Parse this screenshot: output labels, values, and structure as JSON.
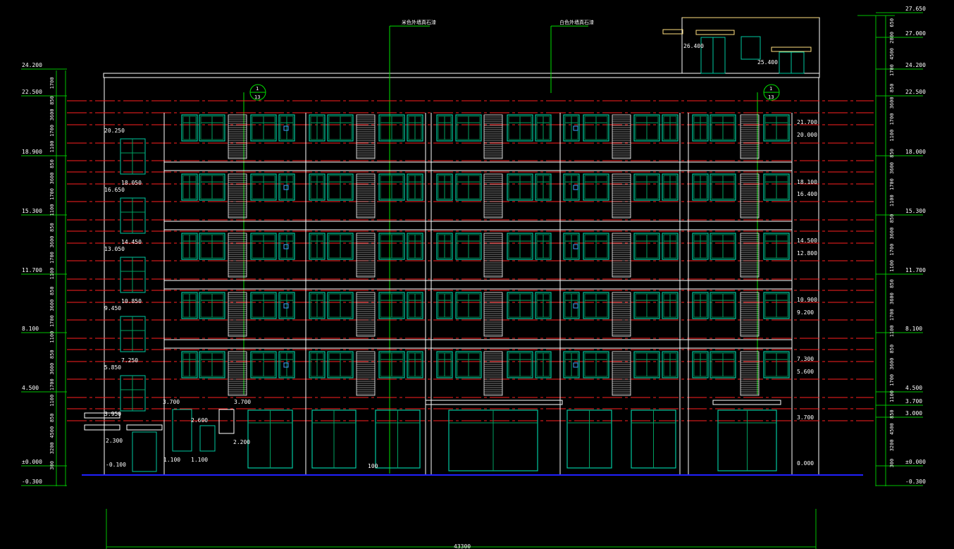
{
  "colors": {
    "background": "#000000",
    "wall": "#ffffff",
    "floor_line": "#ff2020",
    "window": "#00c8a0",
    "window_frame": "#00a060",
    "dim_line": "#00c000",
    "text": "#ffffff",
    "leader": "#00e000",
    "accent_yellow": "#ffe080",
    "ground": "#2020ff",
    "icon": "#40a0ff"
  },
  "labels": {
    "leader_a": "米色外墙真石漆",
    "leader_b": "白色外墙真石漆",
    "bottom_total": "43300",
    "section_mark_num": "1",
    "section_mark_den": "13"
  },
  "elevations": {
    "left": [
      "24.200",
      "22.500",
      "18.900",
      "15.300",
      "11.700",
      "8.100",
      "4.500",
      "±0.000",
      "-0.300"
    ],
    "right": [
      "27.650",
      "27.000",
      "24.200",
      "22.500",
      "18.000",
      "15.300",
      "11.700",
      "8.100",
      "4.500",
      "3.700",
      "3.000",
      "±0.000",
      "-0.300"
    ],
    "roof_small": [
      "26.400",
      "25.400"
    ],
    "side_window_tops": [
      "20.250",
      "16.650",
      "13.050",
      "9.450",
      "5.850"
    ],
    "side_window_bottoms": [
      "18.050",
      "14.450",
      "10.850",
      "7.250",
      "3.950"
    ],
    "right_inner": [
      "21.700",
      "20.000",
      "18.100",
      "16.400",
      "14.500",
      "12.800",
      "10.900",
      "9.200",
      "7.300",
      "5.600",
      "3.700",
      "0.000"
    ],
    "ground_misc": [
      "3.700",
      "2.600",
      "3.700",
      "2.300",
      "2.200",
      "1.100",
      "1.100",
      "-0.100",
      "100"
    ]
  },
  "dimensions": {
    "left_column": [
      "1700",
      "850",
      "3600",
      "1700",
      "1100",
      "850",
      "3600",
      "1700",
      "1100",
      "850",
      "3600",
      "1700",
      "1100",
      "850",
      "3600",
      "1700",
      "1100",
      "850",
      "3600",
      "1700",
      "1100",
      "850",
      "4500",
      "3200",
      "300"
    ],
    "right_column": [
      "650",
      "2800",
      "4500",
      "1700",
      "850",
      "3600",
      "1700",
      "1100",
      "850",
      "3600",
      "1700",
      "1100",
      "850",
      "3600",
      "1700",
      "1100",
      "850",
      "3600",
      "1700",
      "1100",
      "850",
      "3600",
      "1700",
      "1100",
      "850",
      "4500",
      "3200",
      "300"
    ]
  }
}
